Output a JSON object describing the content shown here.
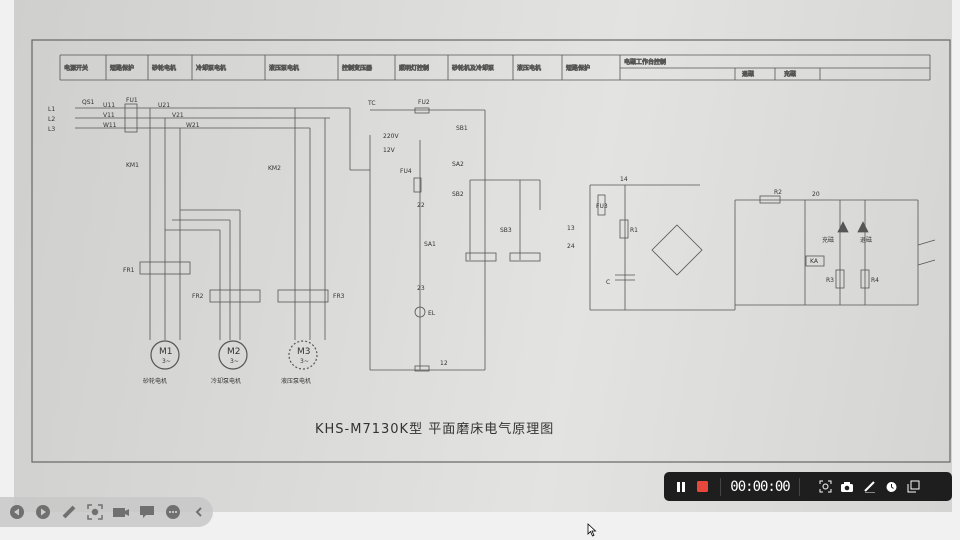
{
  "schematic": {
    "header_cells": [
      "电源开关",
      "短路保护",
      "砂轮电机",
      "冷却泵电机",
      "液压泵电机",
      "控制变压器",
      "照明灯控制",
      "砂轮机及冷却泵",
      "液压电机",
      "短路保护",
      "电磁工作台控制"
    ],
    "header_sub": [
      "退磁",
      "充磁"
    ],
    "title": "KHS-M7130K型 平面磨床电气原理图",
    "motors": [
      {
        "id": "M1",
        "sub": "3~",
        "name": "砂轮电机"
      },
      {
        "id": "M2",
        "sub": "3~",
        "name": "冷却泵电机"
      },
      {
        "id": "M3",
        "sub": "3~",
        "name": "液压泵电机"
      }
    ],
    "labels": {
      "l1": "L1",
      "l2": "L2",
      "l3": "L3",
      "qs1": "QS1",
      "u11": "U11",
      "v11": "V11",
      "w11": "W11",
      "fu1": "FU1",
      "u21": "U21",
      "v21": "V21",
      "w21": "W21",
      "km1": "KM1",
      "km2": "KM2",
      "fr1": "FR1",
      "fr2": "FR2",
      "fr3": "FR3",
      "tc": "TC",
      "fu2": "FU2",
      "v220": "220V",
      "v12": "12V",
      "fu4": "FU4",
      "sa1": "SA1",
      "el": "EL",
      "sb1": "SB1",
      "sa2": "SA2",
      "sb2": "SB2",
      "sb3": "SB3",
      "fu3": "FU3",
      "r1": "R1",
      "c": "C",
      "r2": "R2",
      "ka": "KA",
      "r3": "R3",
      "r4": "R4",
      "n24": "24",
      "n13": "13",
      "n14": "14",
      "n20": "20",
      "n12": "12",
      "n22": "22",
      "n23": "23",
      "chongci": "充磁",
      "tuici": "退磁"
    }
  },
  "recorder": {
    "timer": "00:00:00",
    "record_color": "#e8473c"
  },
  "sidebar_tools": [
    "prev",
    "next",
    "pen",
    "screenshot",
    "camera",
    "comment",
    "more",
    "collapse"
  ]
}
